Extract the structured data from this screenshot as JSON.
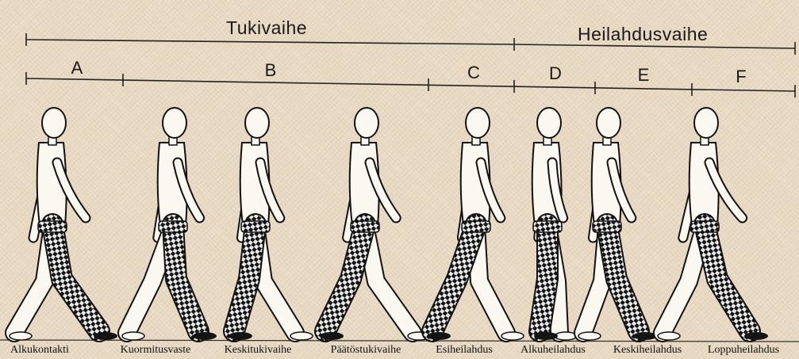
{
  "phases": [
    {
      "id": "stance",
      "label": "Tukivaihe"
    },
    {
      "id": "swing",
      "label": "Heilahdusvaihe"
    }
  ],
  "segments": [
    "A",
    "B",
    "C",
    "D",
    "E",
    "F"
  ],
  "captions": [
    "Alkukontakti",
    "Kuormitusvaste",
    "Keskitukivaihe",
    "Päätöstukivaihe",
    "Esiheilahdus",
    "Alkuheilahdus",
    "Keskiheilahdus",
    "Loppuheilahdus"
  ],
  "colors": {
    "background": "#eadcc6",
    "line": "#222222",
    "skin": "#fbf8f2",
    "outline": "#111111",
    "pattern_dark": "#141414",
    "pattern_light": "#e9e9e9"
  },
  "icons": {
    "figure": "walking-figure-icon",
    "highlighted_leg": "checkered-leg-pattern"
  }
}
